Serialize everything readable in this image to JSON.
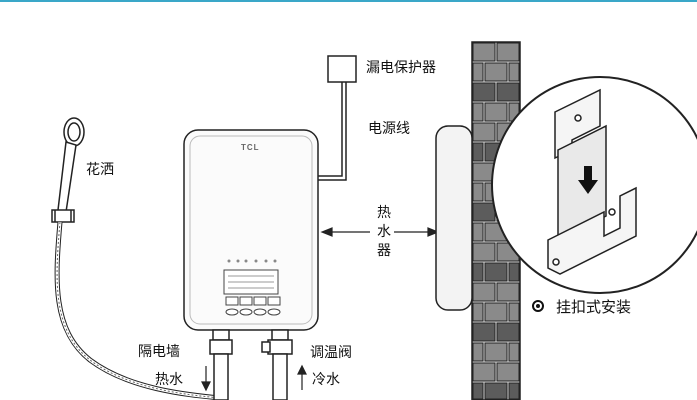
{
  "labels": {
    "leakage_protector": "漏电保护器",
    "power_cord": "电源线",
    "shower_head": "花洒",
    "heater_char_1": "热",
    "heater_char_2": "水",
    "heater_char_3": "器",
    "isolation_wall": "隔电墙",
    "hot_water": "热水",
    "mixing_valve": "调温阀",
    "cold_water": "冷水",
    "hook_install": "挂扣式安装"
  },
  "brand": "TCL",
  "colors": {
    "top_rule": "#3aa7c8",
    "stroke": "#222222",
    "brick_fill": "#6d6d6d",
    "brick_light": "#d9d9d9"
  }
}
